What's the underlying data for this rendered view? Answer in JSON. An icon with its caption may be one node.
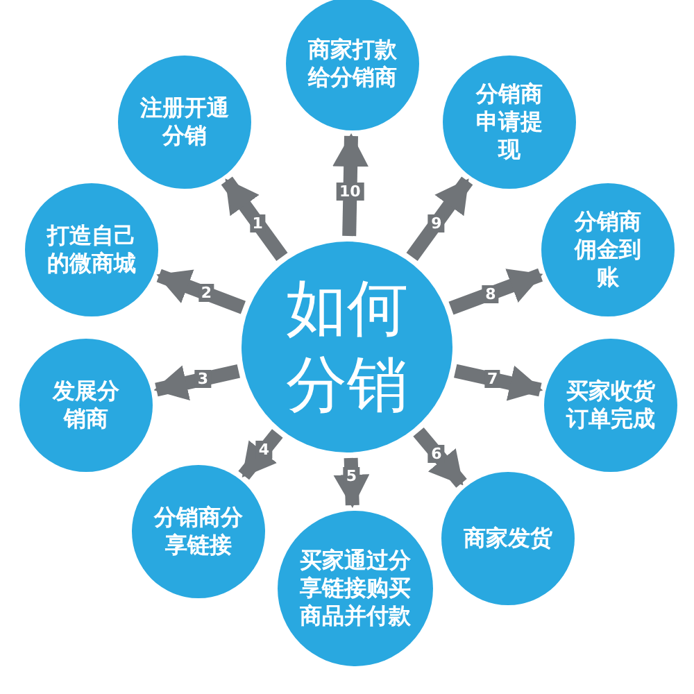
{
  "diagram": {
    "nodes": [
      {
        "text": [
          "如何分销"
        ]
      },
      {
        "text": [
          "注册开通分销"
        ]
      },
      {
        "text": [
          "打造自己的微商城"
        ]
      },
      {
        "text": [
          "发展分销商"
        ]
      },
      {
        "text": [
          "分销商分享链接"
        ]
      },
      {
        "text": [
          "买家通过分享链接购买商品并付款"
        ]
      },
      {
        "text": [
          "商家发货"
        ]
      },
      {
        "text": [
          "买家收货订单完成"
        ]
      },
      {
        "text": [
          "分销商佣金到账"
        ]
      },
      {
        "text": [
          "分销商申请提现"
        ]
      },
      {
        "text": [
          "商家打款给分销商"
        ]
      }
    ],
    "edges": [
      {
        "from": 0,
        "to": 1,
        "arrow": "to",
        "label": "1"
      },
      {
        "from": 0,
        "to": 2,
        "arrow": "to",
        "label": "2"
      },
      {
        "from": 0,
        "to": 3,
        "arrow": "to",
        "label": "3"
      },
      {
        "from": 0,
        "to": 4,
        "arrow": "to",
        "label": "4"
      },
      {
        "from": 0,
        "to": 5,
        "arrow": "to",
        "label": "5"
      },
      {
        "from": 0,
        "to": 6,
        "arrow": "to",
        "label": "6"
      },
      {
        "from": 0,
        "to": 7,
        "arrow": "to",
        "label": "7"
      },
      {
        "from": 0,
        "to": 8,
        "arrow": "to",
        "label": "8"
      },
      {
        "from": 0,
        "to": 9,
        "arrow": "to",
        "label": "9"
      },
      {
        "from": 0,
        "to": 10,
        "arrow": "to",
        "label": "10"
      }
    ]
  }
}
